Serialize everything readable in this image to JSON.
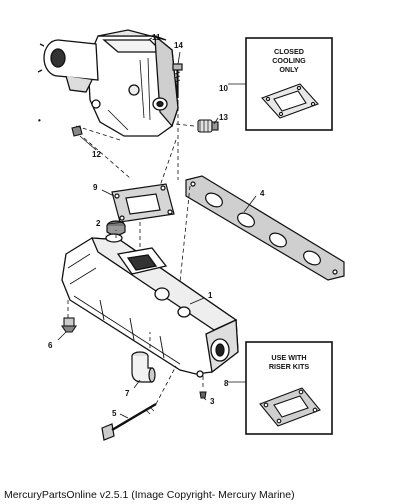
{
  "callouts": {
    "c1": "1",
    "c2": "2",
    "c3": "3",
    "c4": "4",
    "c5": "5",
    "c6": "6",
    "c7": "7",
    "c8": "8",
    "c9": "9",
    "c10": "10",
    "c11": "11",
    "c12": "12",
    "c13": "13",
    "c14": "14"
  },
  "notes": {
    "closed_line1": "CLOSED",
    "closed_line2": "COOLING",
    "closed_line3": "ONLY",
    "riser_line1": "USE WITH",
    "riser_line2": "RISER KITS"
  },
  "footer": {
    "copyright": "MercuryPartsOnline v2.5.1 (Image Copyright- Mercury Marine)"
  }
}
